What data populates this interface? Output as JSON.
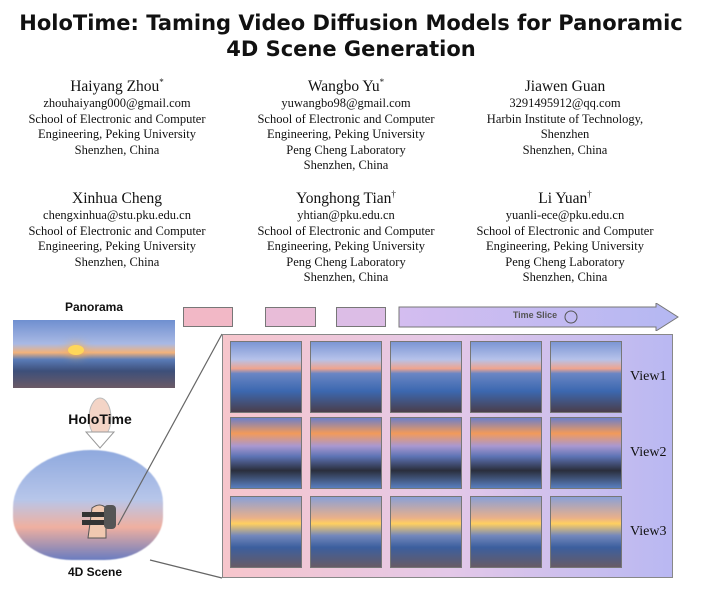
{
  "title": "HoloTime: Taming Video Diffusion Models for Panoramic 4D Scene Generation",
  "authors": [
    {
      "name": "Haiyang Zhou",
      "mark": "*",
      "lines": [
        "zhouhaiyang000@gmail.com",
        "School of Electronic and Computer",
        "Engineering, Peking University",
        "Shenzhen, China"
      ]
    },
    {
      "name": "Wangbo Yu",
      "mark": "*",
      "lines": [
        "yuwangbo98@gmail.com",
        "School of Electronic and Computer",
        "Engineering, Peking University",
        "Peng Cheng Laboratory",
        "Shenzhen, China"
      ]
    },
    {
      "name": "Jiawen Guan",
      "mark": "",
      "lines": [
        "3291495912@qq.com",
        "Harbin Institute of Technology,",
        "Shenzhen",
        "Shenzhen, China"
      ]
    },
    {
      "name": "Xinhua Cheng",
      "mark": "",
      "lines": [
        "chengxinhua@stu.pku.edu.cn",
        "School of Electronic and Computer",
        "Engineering, Peking University",
        "Shenzhen, China"
      ]
    },
    {
      "name": "Yonghong Tian",
      "mark": "†",
      "lines": [
        "yhtian@pku.edu.cn",
        "School of Electronic and Computer",
        "Engineering, Peking University",
        "Peng Cheng Laboratory",
        "Shenzhen, China"
      ]
    },
    {
      "name": "Li Yuan",
      "mark": "†",
      "lines": [
        "yuanli-ece@pku.edu.cn",
        "School of Electronic and Computer",
        "Engineering, Peking University",
        "Peng Cheng Laboratory",
        "Shenzhen, China"
      ]
    }
  ],
  "figure": {
    "panorama_label": "Panorama",
    "method_label": "HoloTime",
    "scene_label": "4D Scene",
    "time_label": "Time Slice",
    "views": [
      "View1",
      "View2",
      "View3"
    ]
  }
}
